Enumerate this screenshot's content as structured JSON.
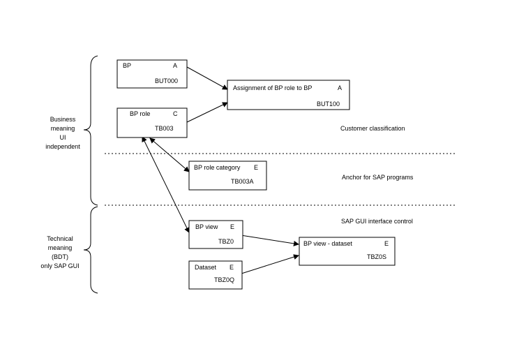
{
  "boxes": {
    "bp": {
      "name": "BP",
      "type": "A",
      "table": "BUT000"
    },
    "bp_role": {
      "name": "BP role",
      "type": "C",
      "table": "TB003"
    },
    "assignment": {
      "name": "Assignment of BP role to BP",
      "type": "A",
      "table": "BUT100"
    },
    "role_category": {
      "name": "BP role category",
      "type": "E",
      "table": "TB003A"
    },
    "bp_view": {
      "name": "BP view",
      "type": "E",
      "table": "TBZ0"
    },
    "dataset": {
      "name": "Dataset",
      "type": "E",
      "table": "TBZ0Q"
    },
    "view_dataset": {
      "name": "BP view - dataset",
      "type": "E",
      "table": "TBZ0S"
    }
  },
  "groups": {
    "business": [
      "Business",
      "meaning",
      "UI",
      "independent"
    ],
    "technical": [
      "Technical",
      "meaning",
      "(BDT)",
      "only SAP GUI"
    ]
  },
  "annotations": {
    "customer_classification": "Customer classification",
    "anchor": "Anchor for SAP programs",
    "gui_control": "SAP GUI interface control"
  }
}
